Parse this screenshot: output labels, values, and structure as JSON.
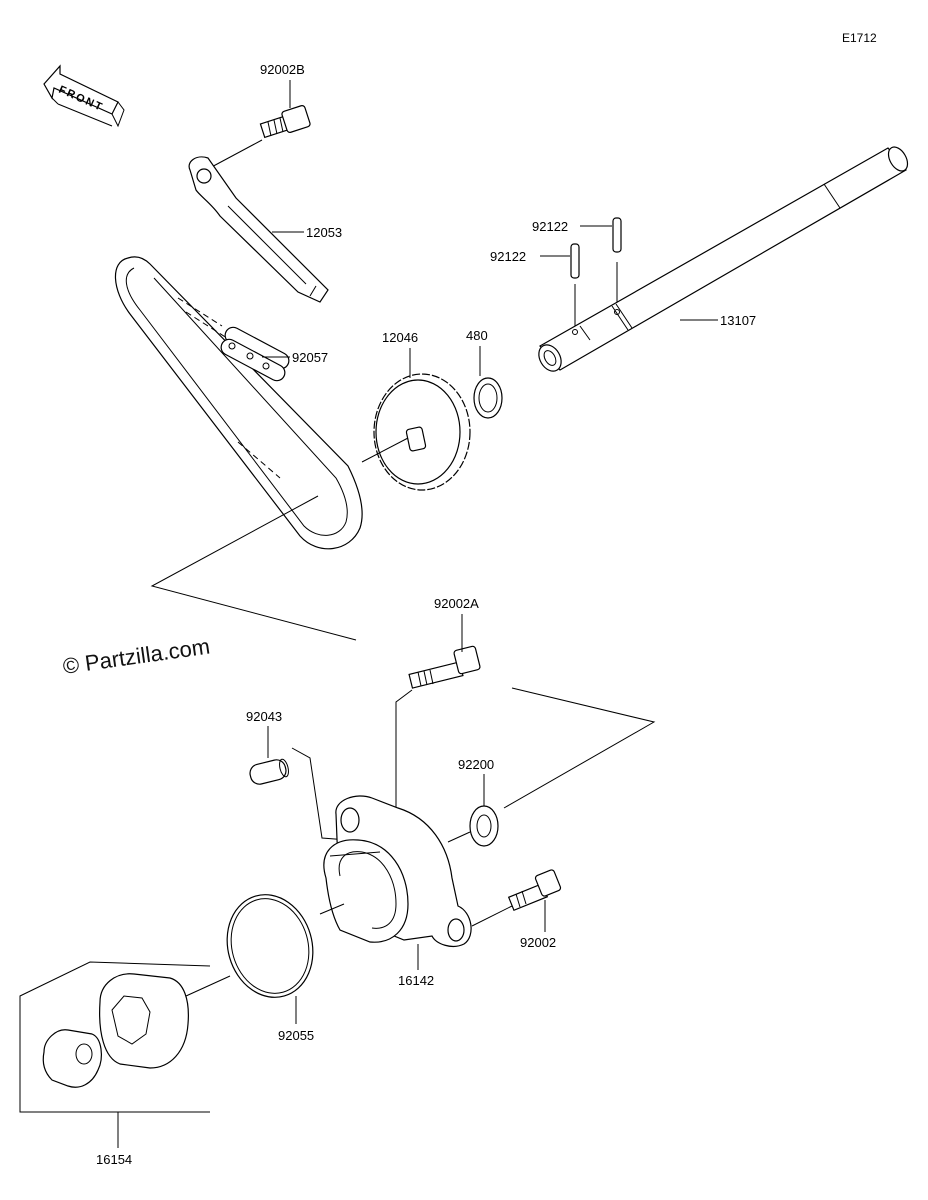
{
  "diagram_code": "E1712",
  "watermark": "© Partzilla.com",
  "front_label": "FRONT",
  "parts": [
    {
      "key": "92002B",
      "label": "92002B"
    },
    {
      "key": "12053",
      "label": "12053"
    },
    {
      "key": "92057",
      "label": "92057"
    },
    {
      "key": "12046",
      "label": "12046"
    },
    {
      "key": "480",
      "label": "480"
    },
    {
      "key": "92122a",
      "label": "92122"
    },
    {
      "key": "92122b",
      "label": "92122"
    },
    {
      "key": "13107",
      "label": "13107"
    },
    {
      "key": "92002A",
      "label": "92002A"
    },
    {
      "key": "92043",
      "label": "92043"
    },
    {
      "key": "92200",
      "label": "92200"
    },
    {
      "key": "92002",
      "label": "92002"
    },
    {
      "key": "16142",
      "label": "16142"
    },
    {
      "key": "92055",
      "label": "92055"
    },
    {
      "key": "16154",
      "label": "16154"
    }
  ]
}
